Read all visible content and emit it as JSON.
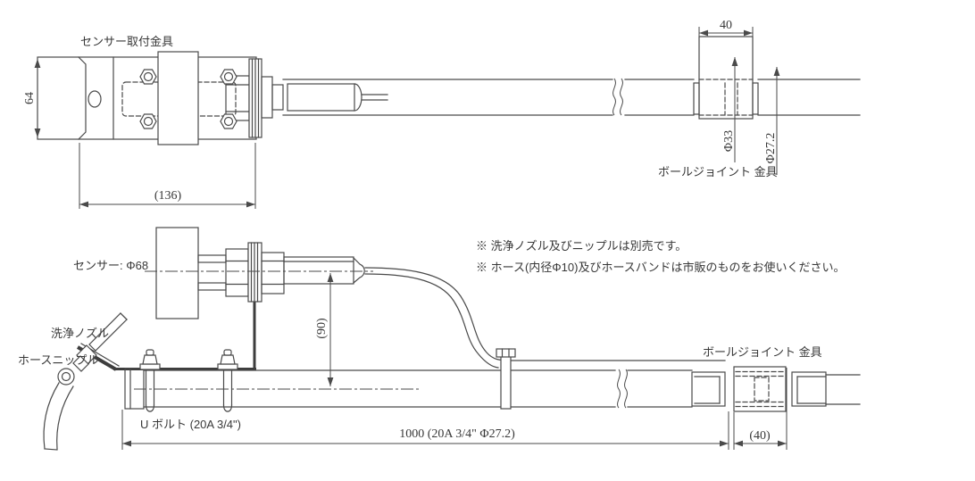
{
  "drawing": {
    "top_view": {
      "bracket_label": "センサー取付金具",
      "height_dim": "64",
      "width_dim": "(136)",
      "joint_width_dim": "40",
      "joint_hole_dim": "Φ33",
      "pipe_dia_dim": "Φ27.2",
      "ball_joint_label": "ボールジョイント 金具"
    },
    "side_view": {
      "sensor_label": "センサー: Φ68",
      "nozzle_label": "洗浄ノズル",
      "nipple_label": "ホースニップル",
      "ubolt_label": "U ボルト (20A 3/4\")",
      "offset_dim": "(90)",
      "pipe_length_dim": "1000 (20A 3/4\" Φ27.2)",
      "joint_width_dim": "(40)",
      "ball_joint_label": "ボールジョイント 金具"
    },
    "notes": {
      "line1": "※ 洗浄ノズル及びニップルは別売です。",
      "line2": "※ ホース(内径Φ10)及びホースバンドは市販のものをお使いください。"
    },
    "colors": {
      "line": "#4a4a4a",
      "text": "#383838",
      "background": "#ffffff"
    }
  }
}
